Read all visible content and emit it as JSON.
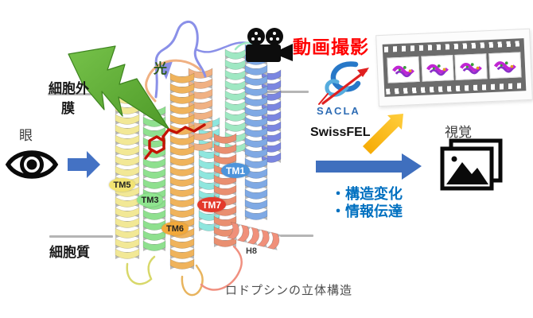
{
  "figure": {
    "subject": "rhodopsin 3D structure photoactivation diagram"
  },
  "labels": {
    "extracellular": "細胞外",
    "membrane": "膜",
    "cytoplasm": "細胞質",
    "eye": "眼",
    "light": "光",
    "vision": "視覚",
    "video_recording": "動画撮影",
    "sacla_logo": "SACLA",
    "swissfel": "SwissFEL",
    "caption": "ロドプシンの立体構造",
    "bullets": [
      "・構造変化",
      "・情報伝達"
    ]
  },
  "protein": {
    "helix_labels": [
      {
        "id": "TM5",
        "text": "TM5",
        "fill": "#F2E372",
        "text_color": "#222222"
      },
      {
        "id": "TM3",
        "text": "TM3",
        "fill": "#8FE58F",
        "text_color": "#222222"
      },
      {
        "id": "TM6",
        "text": "TM6",
        "fill": "#F2A93B",
        "text_color": "#222222"
      },
      {
        "id": "TM7",
        "text": "TM7",
        "fill": "#E4392B",
        "text_color": "#FFFFFF"
      },
      {
        "id": "TM1",
        "text": "TM1",
        "fill": "#4D94DB",
        "text_color": "#FFFFFF"
      },
      {
        "id": "H8",
        "text": "H8",
        "fill": "transparent",
        "text_color": "#3a3a3a"
      }
    ]
  },
  "film_strip": {
    "frames": 4
  },
  "colors": {
    "eye_arrow_blue": "#4472C4",
    "result_arrow_blue": "#3F6FBE",
    "bullet_text_blue": "#0070C0",
    "video_text_red": "#FF0000",
    "bolt_green": "#5BA838",
    "yellow_arrow": "#FFC000",
    "sacla_blue": "#2F6DB5",
    "membrane_line_gray": "#B5B5B5",
    "retinal_red": "#C41200"
  }
}
